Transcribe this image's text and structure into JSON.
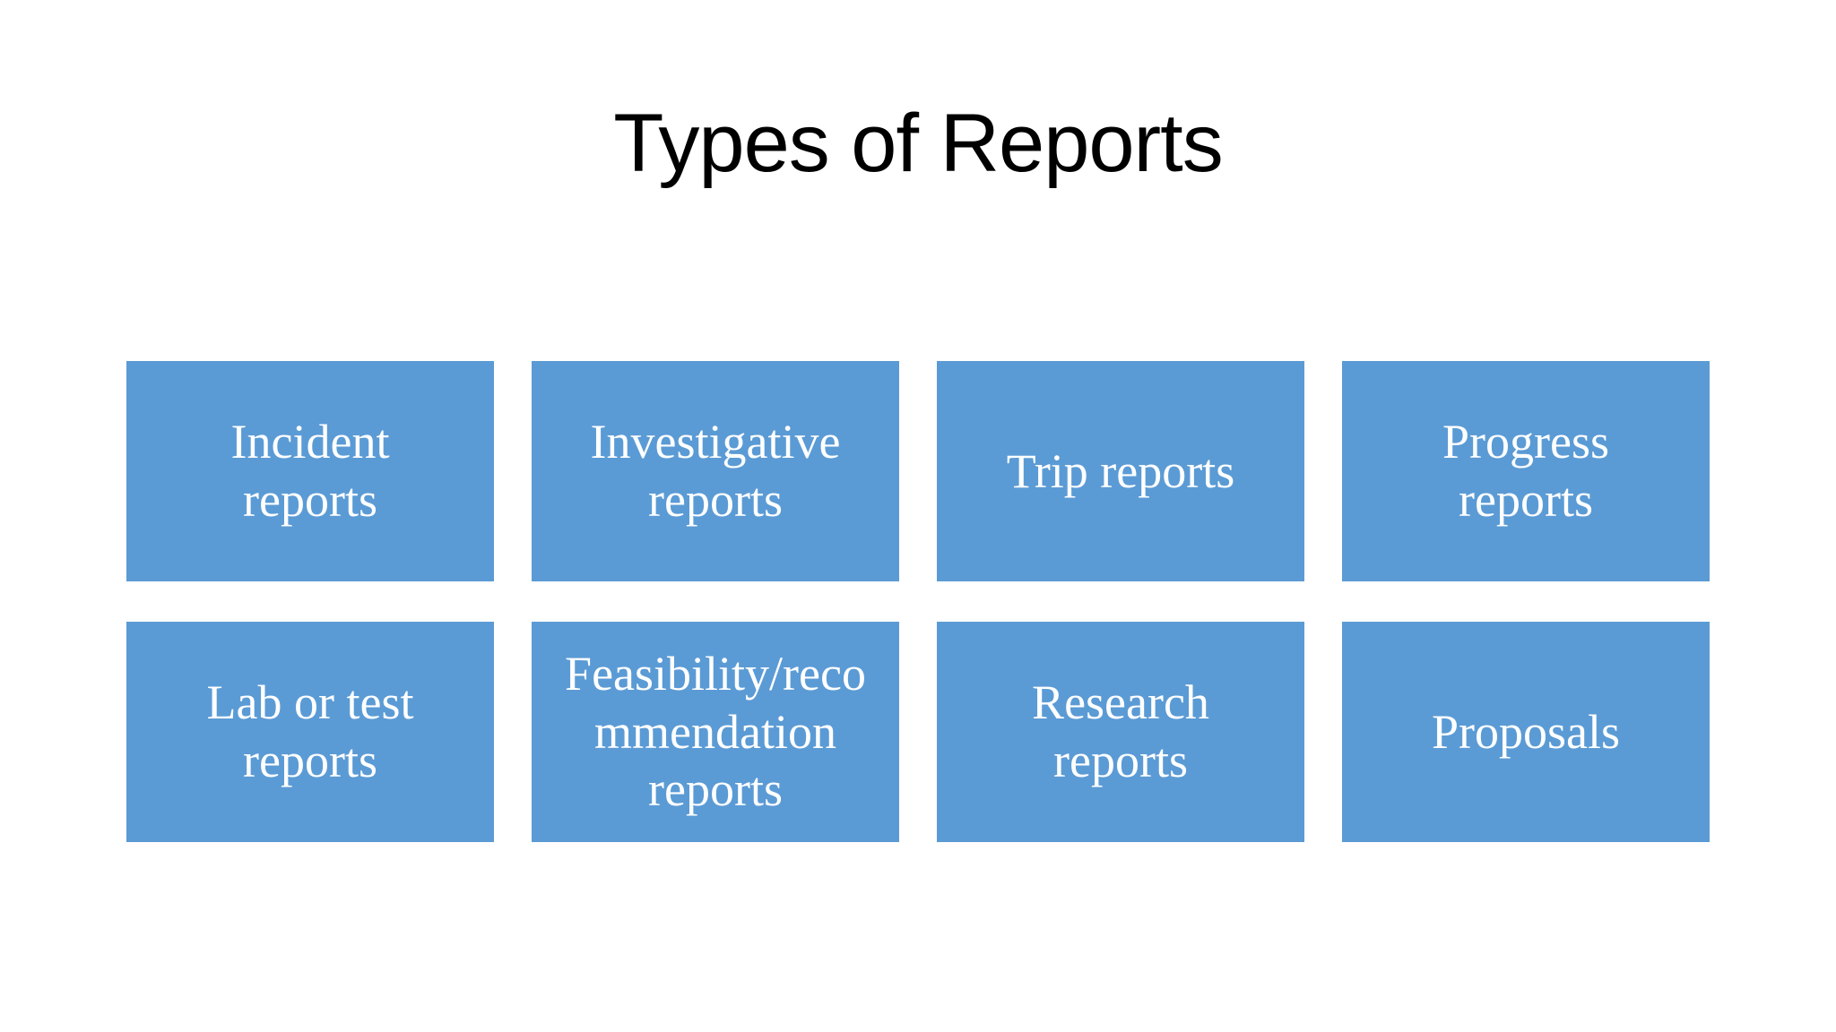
{
  "slide": {
    "title": "Types of Reports",
    "colors": {
      "background": "#ffffff",
      "box_fill": "#5b9bd5",
      "box_text": "#ffffff",
      "title_text": "#000000"
    },
    "boxes": [
      {
        "label": "Incident\nreports"
      },
      {
        "label": "Investigative\nreports"
      },
      {
        "label": "Trip reports"
      },
      {
        "label": "Progress\nreports"
      },
      {
        "label": "Lab or test\nreports"
      },
      {
        "label": "Feasibility/reco\nmmendation\nreports"
      },
      {
        "label": "Research\nreports"
      },
      {
        "label": "Proposals"
      }
    ]
  }
}
